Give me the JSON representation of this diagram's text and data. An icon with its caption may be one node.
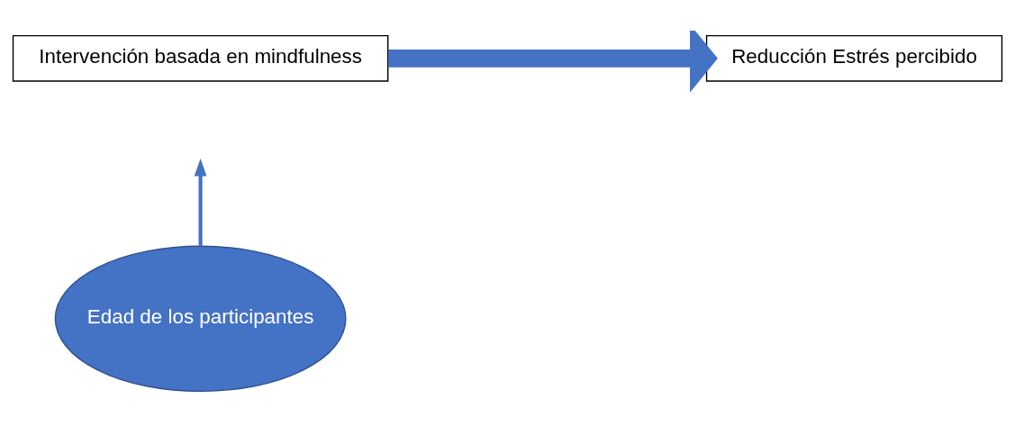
{
  "diagram": {
    "nodes": [
      {
        "text": [
          "Intervención basada en mindfulness"
        ]
      },
      {
        "text": [
          "Reducción Estrés percibido"
        ]
      },
      {
        "text": [
          "Edad de los participantes"
        ]
      }
    ],
    "edges": [
      {
        "from": 0,
        "to": 1,
        "arrow": "to",
        "style": "thick"
      },
      {
        "from": 2,
        "to": null,
        "arrow": "to"
      }
    ]
  }
}
